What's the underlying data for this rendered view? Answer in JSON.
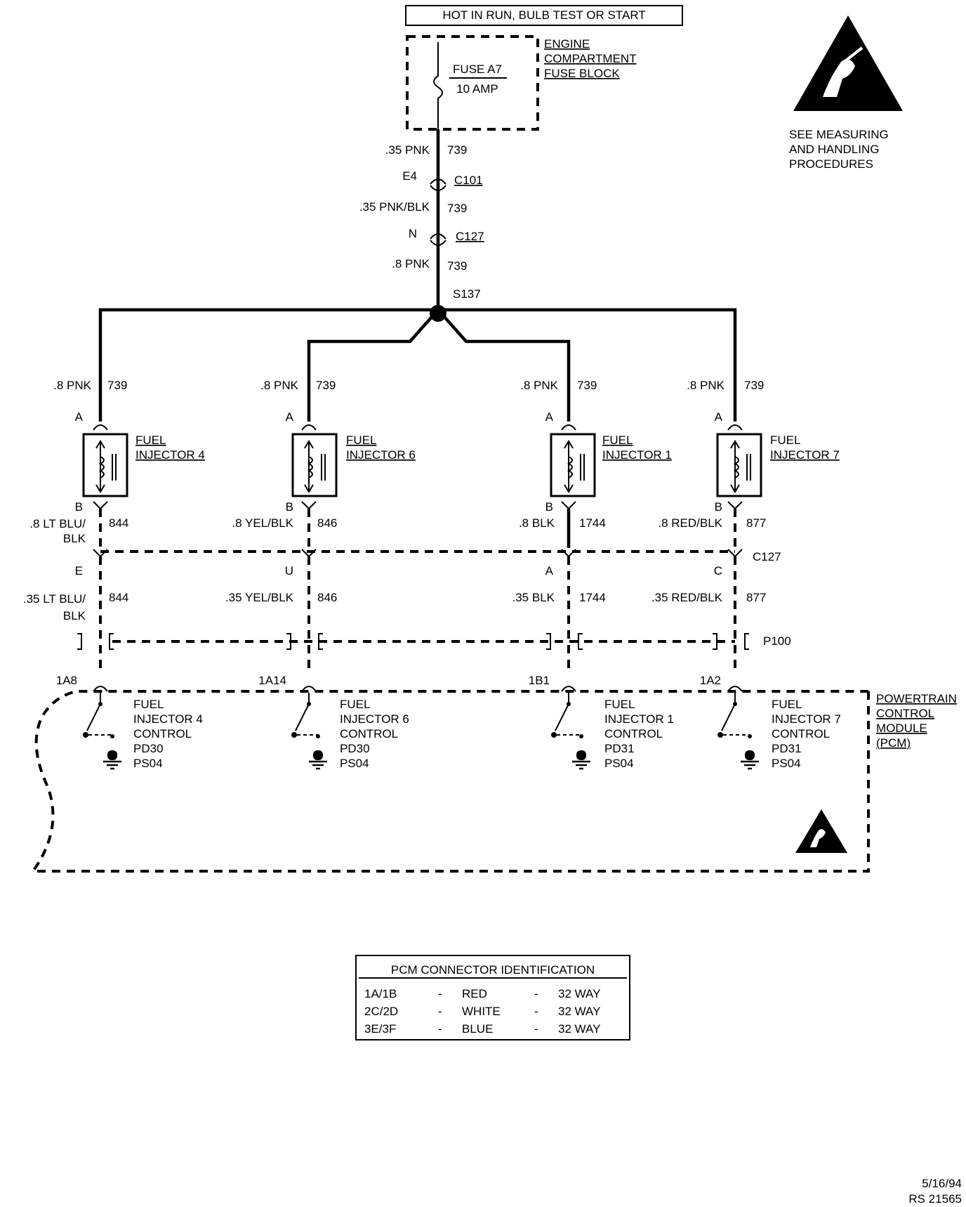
{
  "header": {
    "power_label": "HOT IN  RUN, BULB TEST OR START",
    "fuse_block_label": [
      "ENGINE",
      "COMPARTMENT",
      "FUSE BLOCK"
    ],
    "fuse_name": "FUSE A7",
    "fuse_rating": "10 AMP"
  },
  "esd_note": [
    "SEE MEASURING",
    "AND HANDLING",
    "PROCEDURES"
  ],
  "trunk": {
    "wire1": ".35 PNK",
    "circuit1": "739",
    "conn1_pin": "E4",
    "conn1_name": "C101",
    "wire2": ".35 PNK/BLK",
    "circuit2": "739",
    "conn2_pin": "N",
    "conn2_name": "C127",
    "wire3": ".8 PNK",
    "circuit3": "739",
    "splice": "S137"
  },
  "injectors": [
    {
      "feed_wire": ".8 PNK",
      "feed_circuit": "739",
      "pin_a": "A",
      "name1": "FUEL",
      "name2": "INJECTOR 4",
      "pin_b": "B",
      "out_wire": ".8 LT BLU/",
      "out_wire2": "BLK",
      "out_circuit": "844",
      "c127_pin": "E",
      "pcm_wire": ".35 LT BLU/",
      "pcm_wire2": "BLK",
      "pcm_circuit": "844",
      "pcm_pin": "1A8",
      "ctrl1": "FUEL",
      "ctrl2": "INJECTOR 4",
      "ctrl3": "CONTROL",
      "ctrl4": "PD30",
      "ctrl5": "PS04"
    },
    {
      "feed_wire": ".8 PNK",
      "feed_circuit": "739",
      "pin_a": "A",
      "name1": "FUEL",
      "name2": "INJECTOR 6",
      "pin_b": "B",
      "out_wire": ".8 YEL/BLK",
      "out_wire2": "",
      "out_circuit": "846",
      "c127_pin": "U",
      "pcm_wire": ".35 YEL/BLK",
      "pcm_wire2": "",
      "pcm_circuit": "846",
      "pcm_pin": "1A14",
      "ctrl1": "FUEL",
      "ctrl2": "INJECTOR 6",
      "ctrl3": "CONTROL",
      "ctrl4": "PD30",
      "ctrl5": "PS04"
    },
    {
      "feed_wire": ".8 PNK",
      "feed_circuit": "739",
      "pin_a": "A",
      "name1": "FUEL",
      "name2": "INJECTOR 1",
      "pin_b": "B",
      "out_wire": ".8 BLK",
      "out_wire2": "",
      "out_circuit": "1744",
      "c127_pin": "A",
      "pcm_wire": ".35 BLK",
      "pcm_wire2": "",
      "pcm_circuit": "1744",
      "pcm_pin": "1B1",
      "ctrl1": "FUEL",
      "ctrl2": "INJECTOR 1",
      "ctrl3": "CONTROL",
      "ctrl4": "PD31",
      "ctrl5": "PS04"
    },
    {
      "feed_wire": ".8 PNK",
      "feed_circuit": "739",
      "pin_a": "A",
      "name1": "FUEL",
      "name2": "INJECTOR 7",
      "pin_b": "B",
      "out_wire": ".8 RED/BLK",
      "out_wire2": "",
      "out_circuit": "877",
      "c127_pin": "C",
      "pcm_wire": ".35 RED/BLK",
      "pcm_wire2": "",
      "pcm_circuit": "877",
      "pcm_pin": "1A2",
      "ctrl1": "FUEL",
      "ctrl2": "INJECTOR 7",
      "ctrl3": "CONTROL",
      "ctrl4": "PD31",
      "ctrl5": "PS04"
    }
  ],
  "c127_label": "C127",
  "p100_label": "P100",
  "pcm_label": [
    "POWERTRAIN",
    "CONTROL",
    "MODULE",
    "(PCM)"
  ],
  "pcm_table": {
    "title": "PCM CONNECTOR IDENTIFICATION",
    "rows": [
      {
        "pins": "1A/1B",
        "color": "RED",
        "size": "32 WAY"
      },
      {
        "pins": "2C/2D",
        "color": "WHITE",
        "size": "32 WAY"
      },
      {
        "pins": "3E/3F",
        "color": "BLUE",
        "size": "32 WAY"
      }
    ]
  },
  "footer": {
    "date": "5/16/94",
    "ref": "RS 21565"
  }
}
